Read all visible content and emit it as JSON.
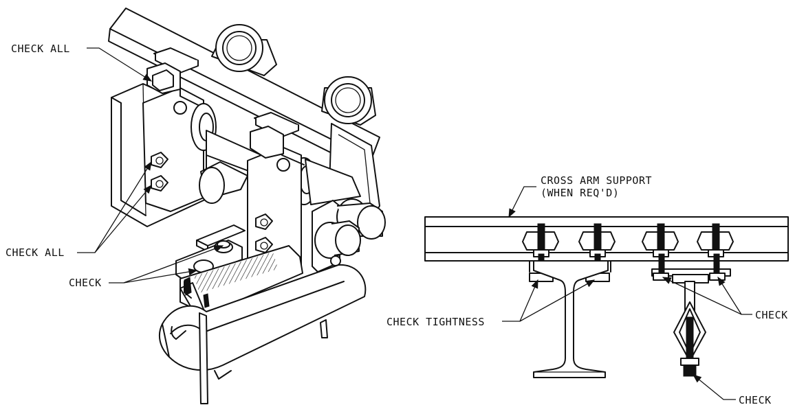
{
  "labels": {
    "check_all_top": "CHECK ALL",
    "check_all_mid": "CHECK ALL",
    "check_left": "CHECK",
    "cross_arm_line1": "CROSS ARM SUPPORT",
    "cross_arm_line2": "(WHEN REQ'D)",
    "check_tightness": "CHECK TIGHTNESS",
    "check_right": "CHECK",
    "check_bottom": "CHECK"
  },
  "colors": {
    "ink": "#111111",
    "background": "#ffffff"
  }
}
